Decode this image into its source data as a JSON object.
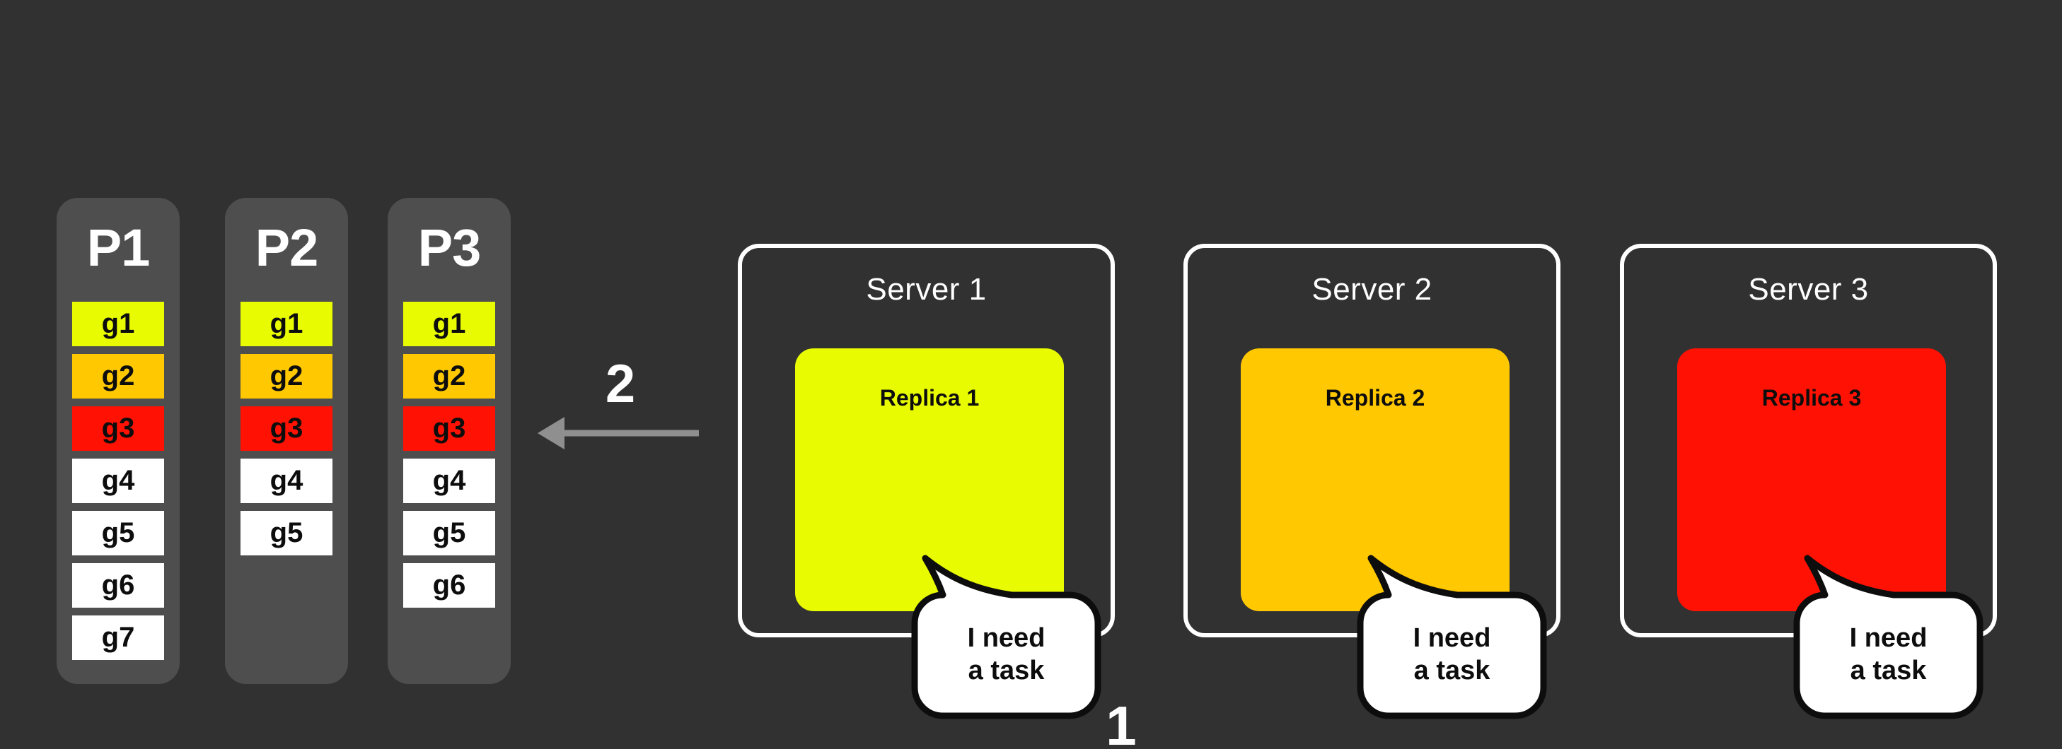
{
  "background_color": "#313131",
  "palette": {
    "column_fill": "#4e4e4e",
    "task_yellow": "#e8fb00",
    "task_amber": "#ffc800",
    "task_red": "#ff1203",
    "task_white": "#ffffff"
  },
  "partitions": [
    {
      "name": "P1",
      "tasks": [
        {
          "label": "g1",
          "color": "#e8fb00"
        },
        {
          "label": "g2",
          "color": "#ffc800"
        },
        {
          "label": "g3",
          "color": "#ff1203"
        },
        {
          "label": "g4",
          "color": "#ffffff"
        },
        {
          "label": "g5",
          "color": "#ffffff"
        },
        {
          "label": "g6",
          "color": "#ffffff"
        },
        {
          "label": "g7",
          "color": "#ffffff"
        }
      ]
    },
    {
      "name": "P2",
      "tasks": [
        {
          "label": "g1",
          "color": "#e8fb00"
        },
        {
          "label": "g2",
          "color": "#ffc800"
        },
        {
          "label": "g3",
          "color": "#ff1203"
        },
        {
          "label": "g4",
          "color": "#ffffff"
        },
        {
          "label": "g5",
          "color": "#ffffff"
        }
      ]
    },
    {
      "name": "P3",
      "tasks": [
        {
          "label": "g1",
          "color": "#e8fb00"
        },
        {
          "label": "g2",
          "color": "#ffc800"
        },
        {
          "label": "g3",
          "color": "#ff1203"
        },
        {
          "label": "g4",
          "color": "#ffffff"
        },
        {
          "label": "g5",
          "color": "#ffffff"
        },
        {
          "label": "g6",
          "color": "#ffffff"
        }
      ]
    }
  ],
  "flow": {
    "step1_label": "1",
    "step2_label": "2",
    "arrow_color": "#8f8f8f"
  },
  "servers": [
    {
      "title": "Server 1",
      "replica": {
        "label": "Replica 1",
        "color": "#e8fb00"
      }
    },
    {
      "title": "Server 2",
      "replica": {
        "label": "Replica 2",
        "color": "#ffc800"
      }
    },
    {
      "title": "Server 3",
      "replica": {
        "label": "Replica 3",
        "color": "#ff1203"
      }
    }
  ],
  "speech_bubble": {
    "line1": "I need",
    "line2": "a task"
  }
}
